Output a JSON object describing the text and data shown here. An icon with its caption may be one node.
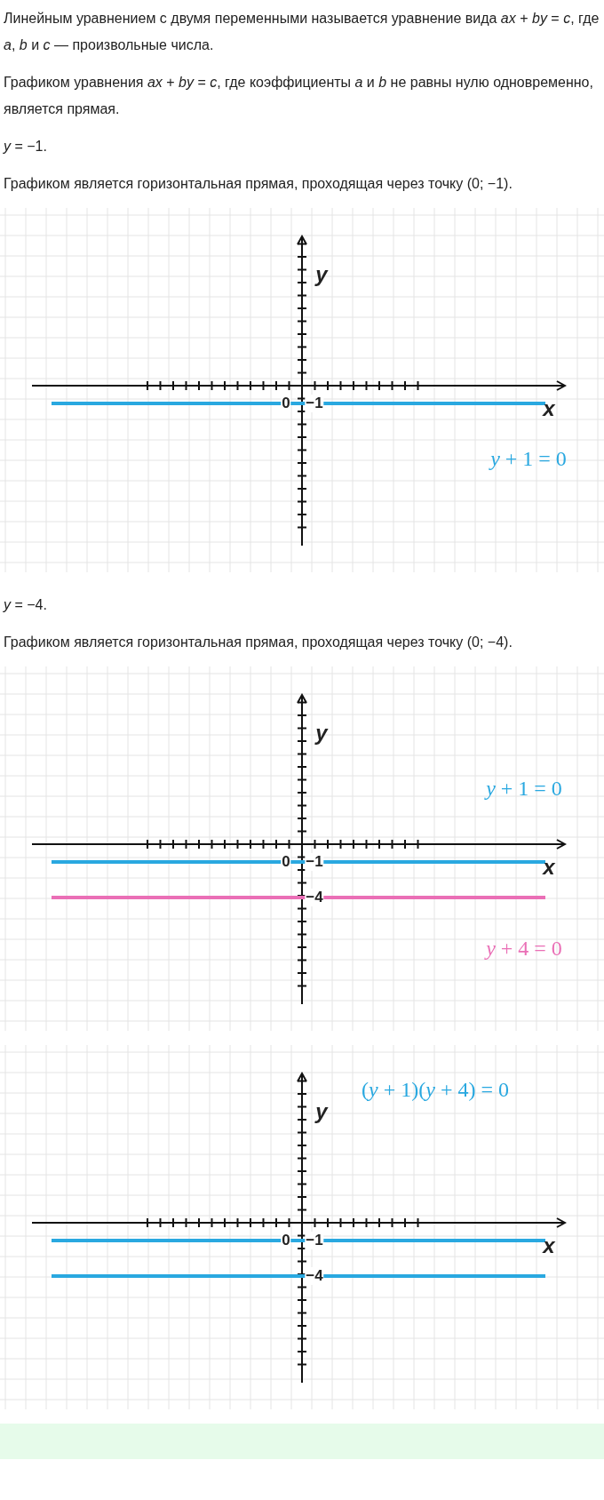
{
  "diagram": {
    "labels": [
      "Линейным уравнением с двумя переменными называется уравнение вида *ax* + *by* = *c*, где *a*, *b* и *c* — произвольные числа.",
      "Графиком уравнения *ax* + *by* = *c*, где коэффициенты *a* и *b* не равны нулю одновременно, является прямая.",
      "*y* = −1.",
      "Графиком является горизонтальная прямая, проходящая через точку (0; −1).",
      "y",
      "x",
      "0",
      "−1",
      "*y* + 1 = 0",
      "*y* = −4.",
      "Графиком является горизонтальная прямая, проходящая через точку (0; −4).",
      "y",
      "*y* + 1 = 0",
      "x",
      "0",
      "−1",
      "−4",
      "*y* + 4 = 0",
      "(*y* + 1)(*y* + 4) = 0",
      "y",
      "x",
      "0",
      "−1",
      "−4"
    ]
  }
}
